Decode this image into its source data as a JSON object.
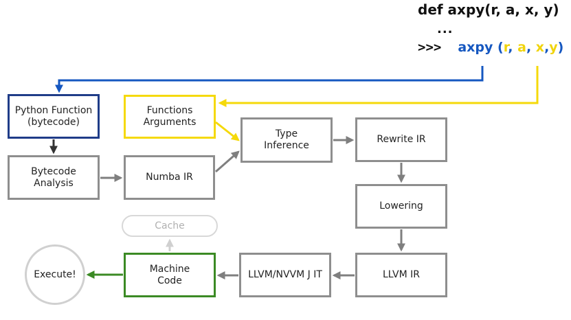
{
  "code": {
    "def_line": "def axpy(r, a, x, y)",
    "ellipsis": "...",
    "prompt": ">>>",
    "call_name": "axpy",
    "call_open": " (",
    "call_r": "r",
    "call_sep1": ", ",
    "call_a": "a",
    "call_sep2": ", ",
    "call_x": "x",
    "call_sep3": ",",
    "call_y": "y",
    "call_close": ")"
  },
  "nodes": {
    "python_function": "Python Function\n(bytecode)",
    "function_arguments": "Functions\nArguments",
    "bytecode_analysis": "Bytecode\nAnalysis",
    "numba_ir": "Numba IR",
    "type_inference": "Type\nInference",
    "rewrite_ir": "Rewrite IR",
    "lowering": "Lowering",
    "llvm_ir": "LLVM IR",
    "llvm_nvvm_jit": "LLVM/NVVM J IT",
    "machine_code": "Machine\nCode",
    "cache": "Cache",
    "execute": "Execute!"
  },
  "colors": {
    "blue": "#1557c0",
    "navy_box": "#1f3c88",
    "yellow": "#f5d90a",
    "green": "#3b8a24",
    "gray": "#8e8e8e",
    "light_gray": "#d0d0d0"
  }
}
